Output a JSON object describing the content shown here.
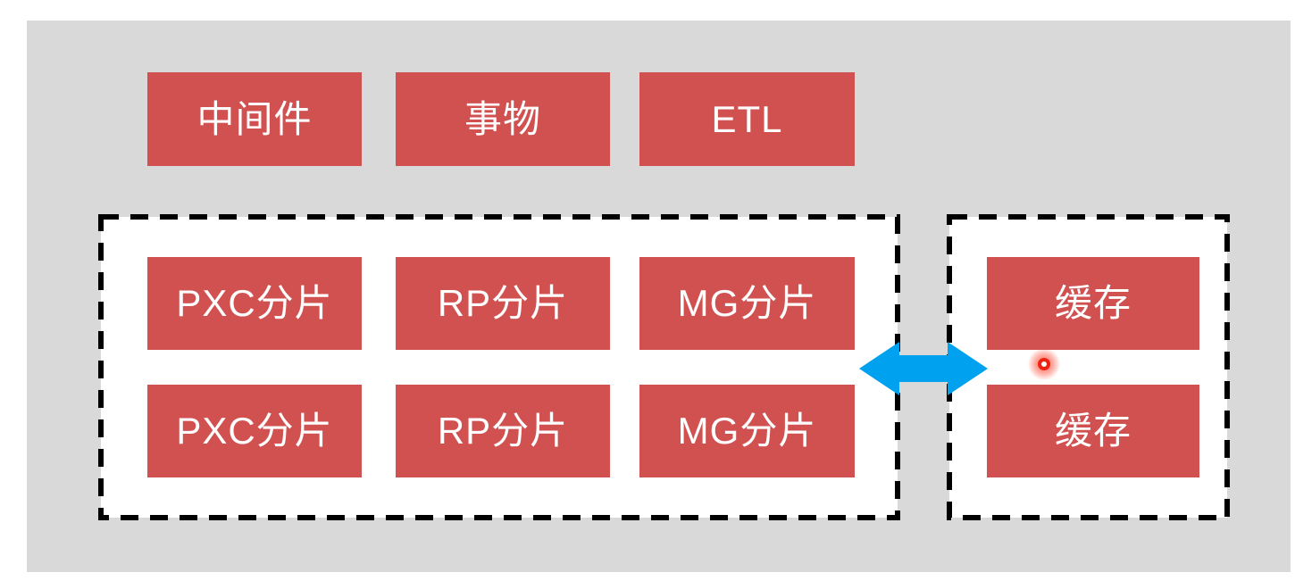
{
  "diagram": {
    "top_boxes": [
      "中间件",
      "事物",
      "ETL"
    ],
    "left_cluster": {
      "rows": [
        [
          "PXC分片",
          "RP分片",
          "MG分片"
        ],
        [
          "PXC分片",
          "RP分片",
          "MG分片"
        ]
      ]
    },
    "right_cluster": {
      "rows": [
        "缓存",
        "缓存"
      ]
    },
    "icons": {
      "connector": "double-arrow-icon",
      "pointer": "laser-dot-icon"
    },
    "colors": {
      "slide_background": "#d9d9d9",
      "box_red": "#d05150",
      "box_text": "#ffffff",
      "arrow_blue": "#00a2ef",
      "dashed_border": "#000000",
      "laser_dot": "#ee2412"
    }
  }
}
